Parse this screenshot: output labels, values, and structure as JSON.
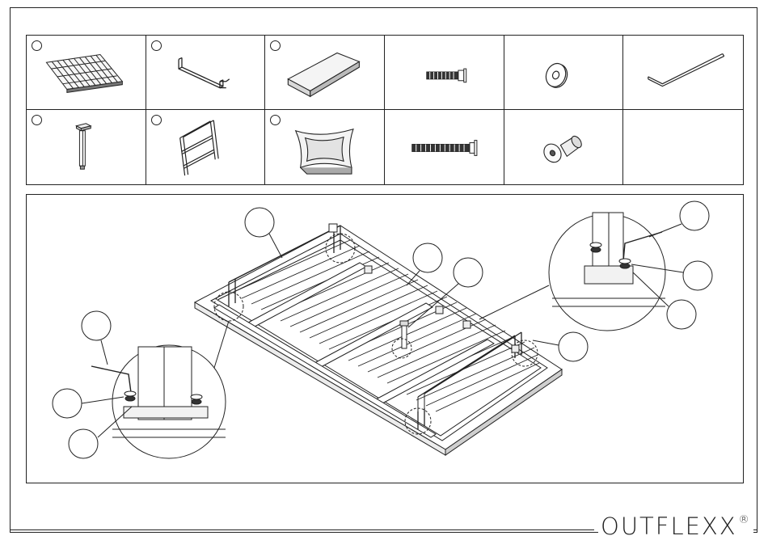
{
  "brand": {
    "name": "OUTFLEXX",
    "registered": "®"
  },
  "parts": [
    {
      "icon": "slatted-frame-icon",
      "has_ref": true
    },
    {
      "icon": "u-bracket-icon",
      "has_ref": true
    },
    {
      "icon": "board-panel-icon",
      "has_ref": true
    },
    {
      "icon": "short-bolt-icon",
      "has_ref": false
    },
    {
      "icon": "washer-icon",
      "has_ref": false
    },
    {
      "icon": "allen-key-icon",
      "has_ref": false
    },
    {
      "icon": "leg-post-icon",
      "has_ref": true
    },
    {
      "icon": "ladder-frame-icon",
      "has_ref": true
    },
    {
      "icon": "cushion-icon",
      "has_ref": true
    },
    {
      "icon": "long-bolt-icon",
      "has_ref": false
    },
    {
      "icon": "barrel-nut-icon",
      "has_ref": false
    },
    {
      "icon": "empty-cell",
      "has_ref": false
    }
  ],
  "assembly": {
    "icon": "underside-assembly-diagram",
    "callouts": [
      "left-detail-key",
      "left-detail-washer",
      "left-detail-nut",
      "main-frame",
      "main-leg-1",
      "main-leg-2",
      "main-bracket",
      "right-detail-key",
      "right-detail-washer",
      "right-detail-nut"
    ]
  }
}
